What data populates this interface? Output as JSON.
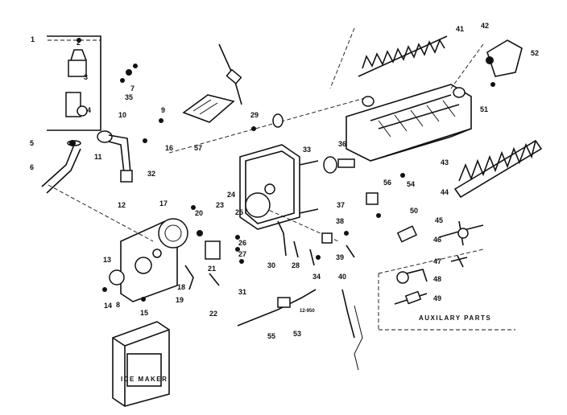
{
  "diagram": {
    "part_labels": [
      "1",
      "2",
      "3",
      "4",
      "5",
      "6",
      "7",
      "8",
      "9",
      "10",
      "11",
      "12",
      "13",
      "14",
      "15",
      "16",
      "17",
      "18",
      "19",
      "20",
      "21",
      "22",
      "23",
      "24",
      "25",
      "26",
      "27",
      "28",
      "29",
      "30",
      "31",
      "32",
      "33",
      "34",
      "35",
      "36",
      "37",
      "38",
      "39",
      "40",
      "41",
      "42",
      "43",
      "44",
      "45",
      "46",
      "47",
      "48",
      "49",
      "50",
      "51",
      "52",
      "53",
      "54",
      "55",
      "56",
      "57"
    ],
    "auxiliary_caption": "AUXILARY PARTS",
    "box_label": "ICE MAKER",
    "wire_tag": "12-950"
  }
}
